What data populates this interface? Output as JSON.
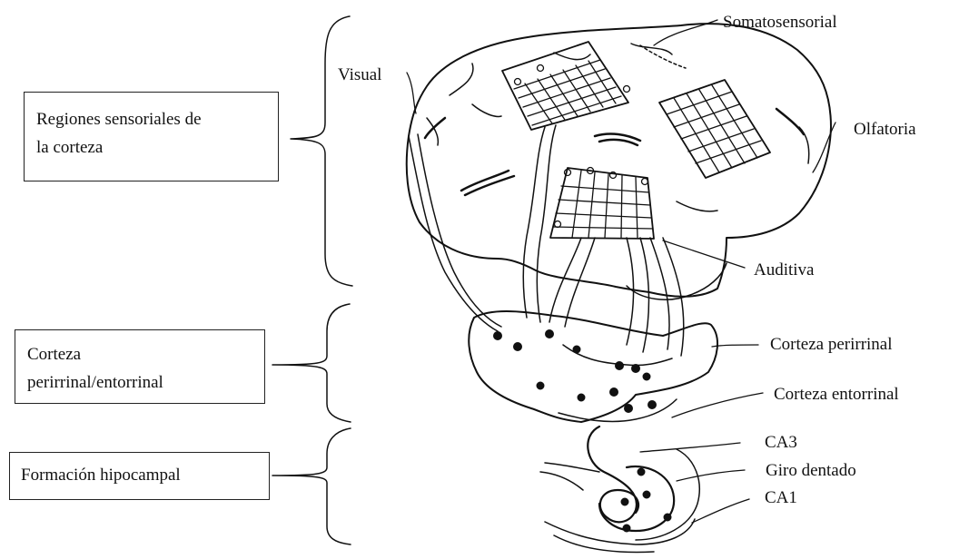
{
  "groups": {
    "sensory": "Regiones sensoriales de\nla corteza",
    "perirhinal_entorhinal": "Corteza\nperirrinal/entorrinal",
    "hippocampal": "Formación hipocampal"
  },
  "labels": {
    "visual": "Visual",
    "somatosensory": "Somatosensorial",
    "olfactory": "Olfatoria",
    "auditory": "Auditiva",
    "perirhinal": "Corteza perirrinal",
    "entorhinal": "Corteza entorrinal",
    "ca3": "CA3",
    "dentate": "Giro dentado",
    "ca1": "CA1"
  }
}
